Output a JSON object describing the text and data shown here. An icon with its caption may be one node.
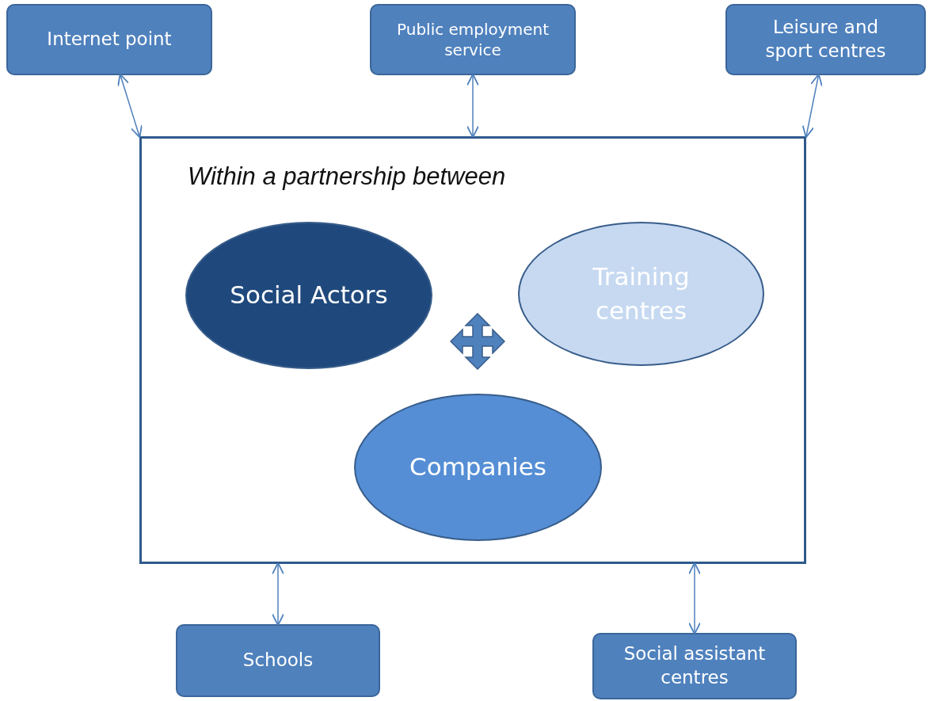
{
  "diagram": {
    "nodes": [
      {
        "text": [
          "Internet point"
        ]
      },
      {
        "text": [
          "Public employment service"
        ]
      },
      {
        "text": [
          "Leisure and sport centres"
        ]
      },
      {
        "text": [
          "Within a partnership between"
        ]
      },
      {
        "text": [
          "Social Actors"
        ],
        "in": 3
      },
      {
        "text": [
          "Training centres"
        ],
        "in": 3
      },
      {
        "text": [
          "Companies"
        ],
        "in": 3
      },
      {
        "text": [
          "Schools"
        ]
      },
      {
        "text": [
          "Social assistant centres"
        ]
      }
    ],
    "edges": [
      {
        "from": 0,
        "to": 3,
        "arrow": "both"
      },
      {
        "from": 1,
        "to": 3,
        "arrow": "both"
      },
      {
        "from": 2,
        "to": 3,
        "arrow": "both"
      },
      {
        "from": 7,
        "to": 3,
        "arrow": "both"
      },
      {
        "from": 8,
        "to": 3,
        "arrow": "both"
      }
    ]
  }
}
